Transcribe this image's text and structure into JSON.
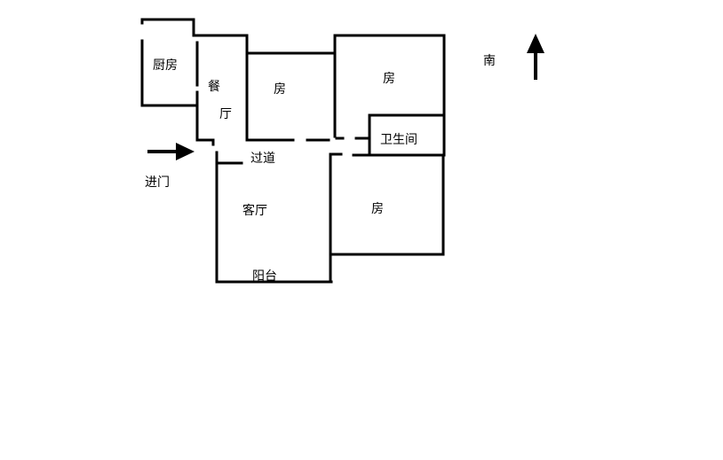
{
  "rooms": {
    "kitchen": "厨房",
    "dining_char_1": "餐",
    "dining_char_2": "厅",
    "bedroom_north_middle": "房",
    "bedroom_north_east": "房",
    "bathroom": "卫生间",
    "corridor": "过道",
    "living_room": "客厅",
    "bedroom_south_east": "房",
    "balcony": "阳台"
  },
  "entrance_label": "进门",
  "compass_label": "南",
  "colors": {
    "line": "#000000",
    "background": "#ffffff"
  }
}
